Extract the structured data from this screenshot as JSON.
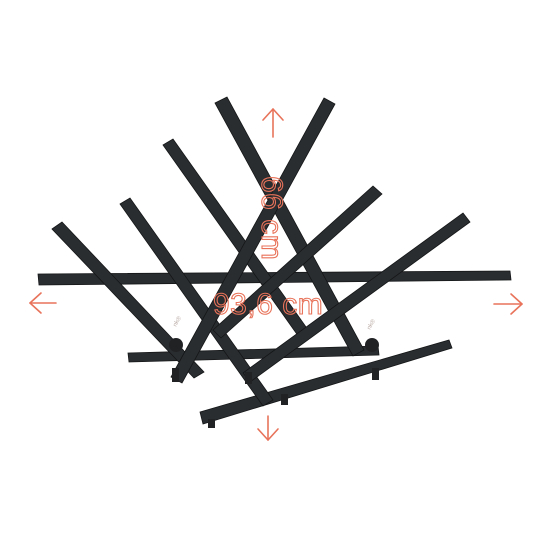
{
  "product": {
    "name": "Wall coat rack (trellis)",
    "bar_color": "#2a2d30"
  },
  "dimensions": {
    "height_label": "66 cm",
    "width_label": "93,6 cm",
    "accent_color": "#e8735a",
    "arrows": [
      "arrow-up-icon",
      "arrow-down-icon",
      "arrow-left-icon",
      "arrow-right-icon"
    ]
  },
  "watermark": {
    "text": "nk®"
  }
}
